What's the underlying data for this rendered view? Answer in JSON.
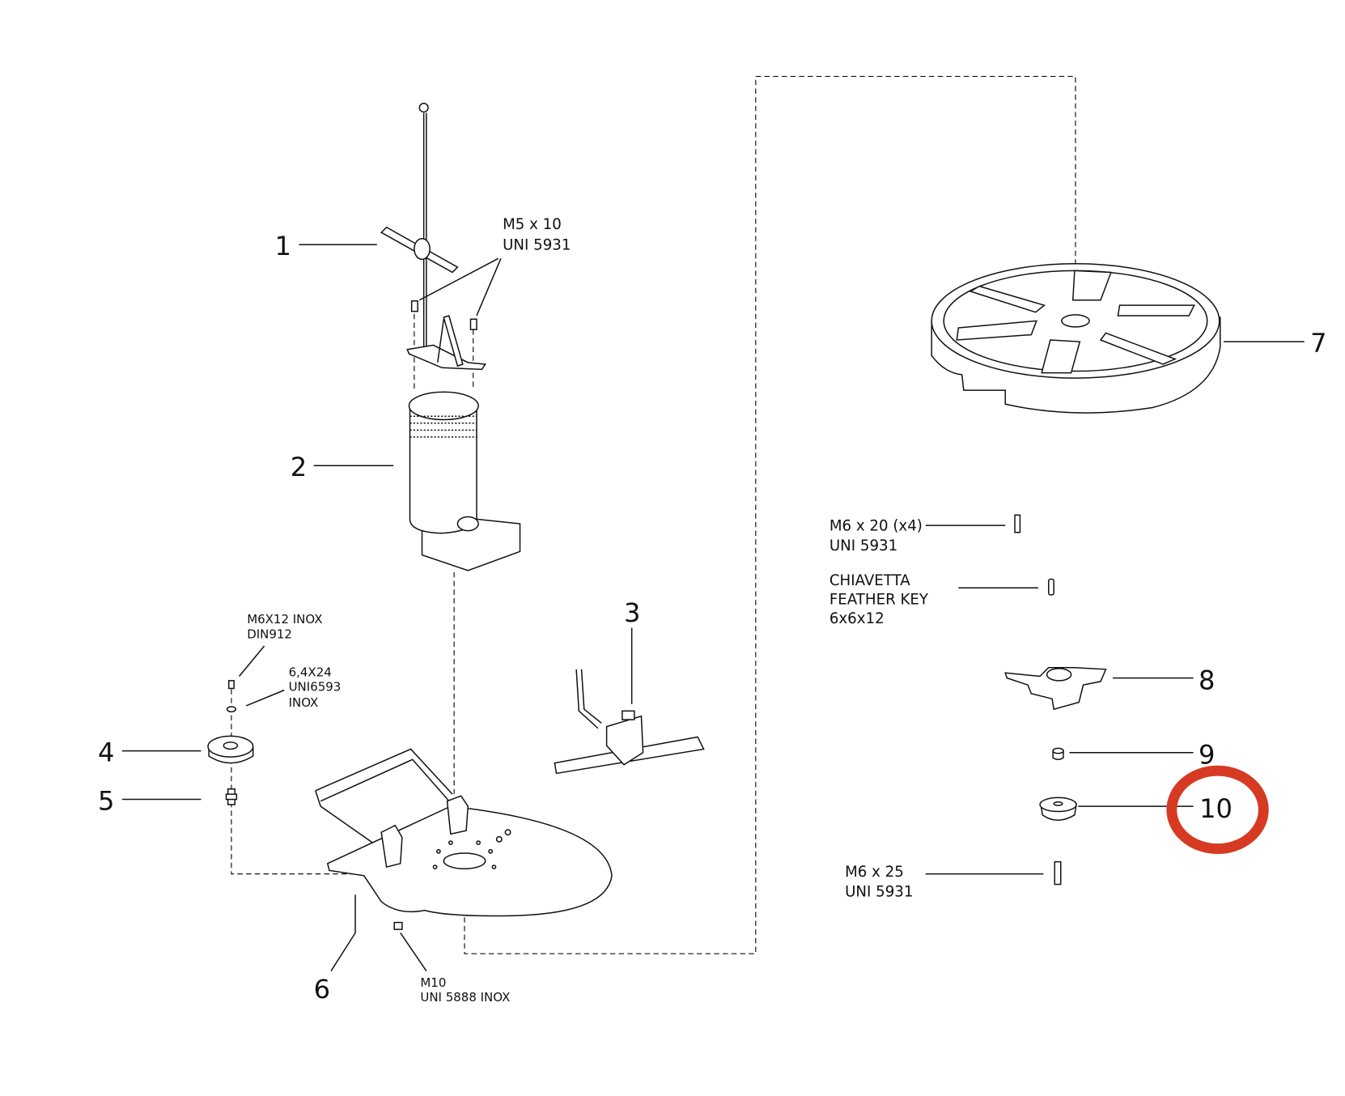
{
  "diagram": {
    "callouts": [
      {
        "number": "1"
      },
      {
        "number": "2"
      },
      {
        "number": "3"
      },
      {
        "number": "4"
      },
      {
        "number": "5"
      },
      {
        "number": "6"
      },
      {
        "number": "7"
      },
      {
        "number": "8"
      },
      {
        "number": "9"
      },
      {
        "number": "10",
        "highlighted": true
      }
    ],
    "hardware_labels": {
      "m5": {
        "line1": "M5 x 10",
        "line2": "UNI 5931"
      },
      "m6x12": {
        "line1": "M6X12 INOX",
        "line2": "DIN912"
      },
      "washer": {
        "line1": "6,4X24",
        "line2": "UNI6593",
        "line3": "INOX"
      },
      "m10": {
        "line1": "M10",
        "line2": "UNI 5888 INOX"
      },
      "m6x20": {
        "line1": "M6 x 20 (x4)",
        "line2": "UNI 5931"
      },
      "key": {
        "line1": "CHIAVETTA",
        "line2": "FEATHER KEY",
        "line3": "6x6x12"
      },
      "m6x25": {
        "line1": "M6 x 25",
        "line2": "UNI 5931"
      }
    },
    "highlight_color": "#d63a22"
  }
}
